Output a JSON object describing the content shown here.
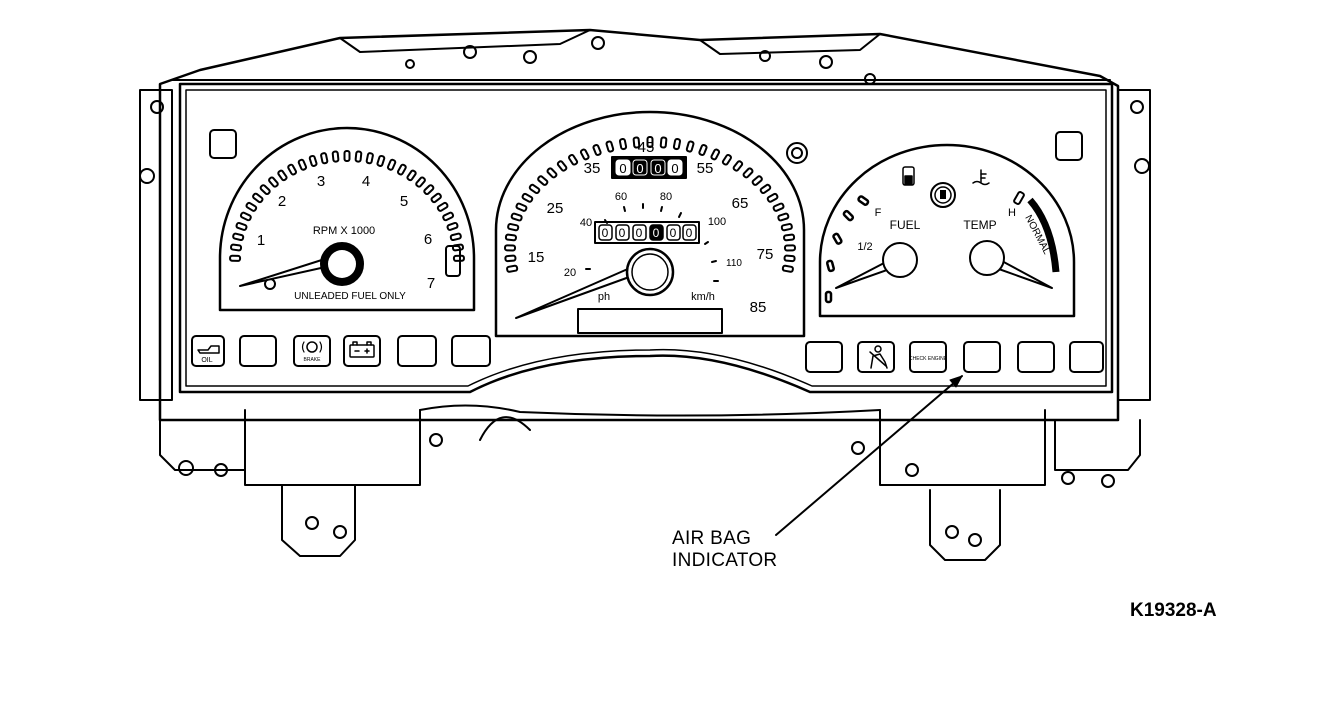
{
  "tachometer": {
    "scale_labels": [
      "1",
      "2",
      "3",
      "4",
      "5",
      "6",
      "7"
    ],
    "unit_label": "RPM X 1000",
    "fuel_note": "UNLEADED FUEL ONLY"
  },
  "speedometer": {
    "mph_labels": [
      "15",
      "25",
      "35",
      "45",
      "55",
      "65",
      "75",
      "85"
    ],
    "kmh_labels": [
      "20",
      "40",
      "60",
      "80",
      "100",
      "110"
    ],
    "odometer_digits": [
      "0",
      "0",
      "0",
      "0"
    ],
    "trip_digits": [
      "0",
      "0",
      "0",
      "0",
      "0",
      "0"
    ],
    "mph_unit": "ph",
    "kmh_unit": "km/h"
  },
  "fuel_gauge": {
    "label": "FUEL",
    "full": "F",
    "half": "1/2"
  },
  "temp_gauge": {
    "label": "TEMP",
    "hot": "H",
    "band": "NORMAL"
  },
  "warning_lamps": {
    "oil": "OIL",
    "brake": "BRAKE",
    "check_engine": "CHECK ENGINE"
  },
  "callout": {
    "line1": "AIR BAG",
    "line2": "INDICATOR"
  },
  "figure_id": "K19328-A"
}
